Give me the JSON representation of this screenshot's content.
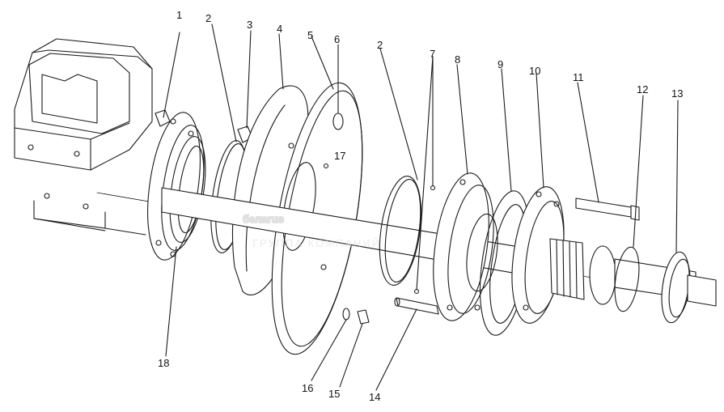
{
  "callouts": [
    {
      "id": "c1",
      "text": "1"
    },
    {
      "id": "c2a",
      "text": "2"
    },
    {
      "id": "c3",
      "text": "3"
    },
    {
      "id": "c4",
      "text": "4"
    },
    {
      "id": "c5",
      "text": "5"
    },
    {
      "id": "c6",
      "text": "6"
    },
    {
      "id": "c2b",
      "text": "2"
    },
    {
      "id": "c7",
      "text": "7"
    },
    {
      "id": "c8",
      "text": "8"
    },
    {
      "id": "c9",
      "text": "9"
    },
    {
      "id": "c10",
      "text": "10"
    },
    {
      "id": "c11",
      "text": "11"
    },
    {
      "id": "c12",
      "text": "12"
    },
    {
      "id": "c13",
      "text": "13"
    },
    {
      "id": "c17",
      "text": "17"
    },
    {
      "id": "c18",
      "text": "18"
    },
    {
      "id": "c16",
      "text": "16"
    },
    {
      "id": "c15",
      "text": "15"
    },
    {
      "id": "c14",
      "text": "14"
    }
  ],
  "watermark": {
    "logo_text": "белаrus",
    "subtitle": "ГРУППА КОМПАНИЙ"
  },
  "colors": {
    "line": "#1a1a1a",
    "watermark": "#d0d0d0"
  }
}
